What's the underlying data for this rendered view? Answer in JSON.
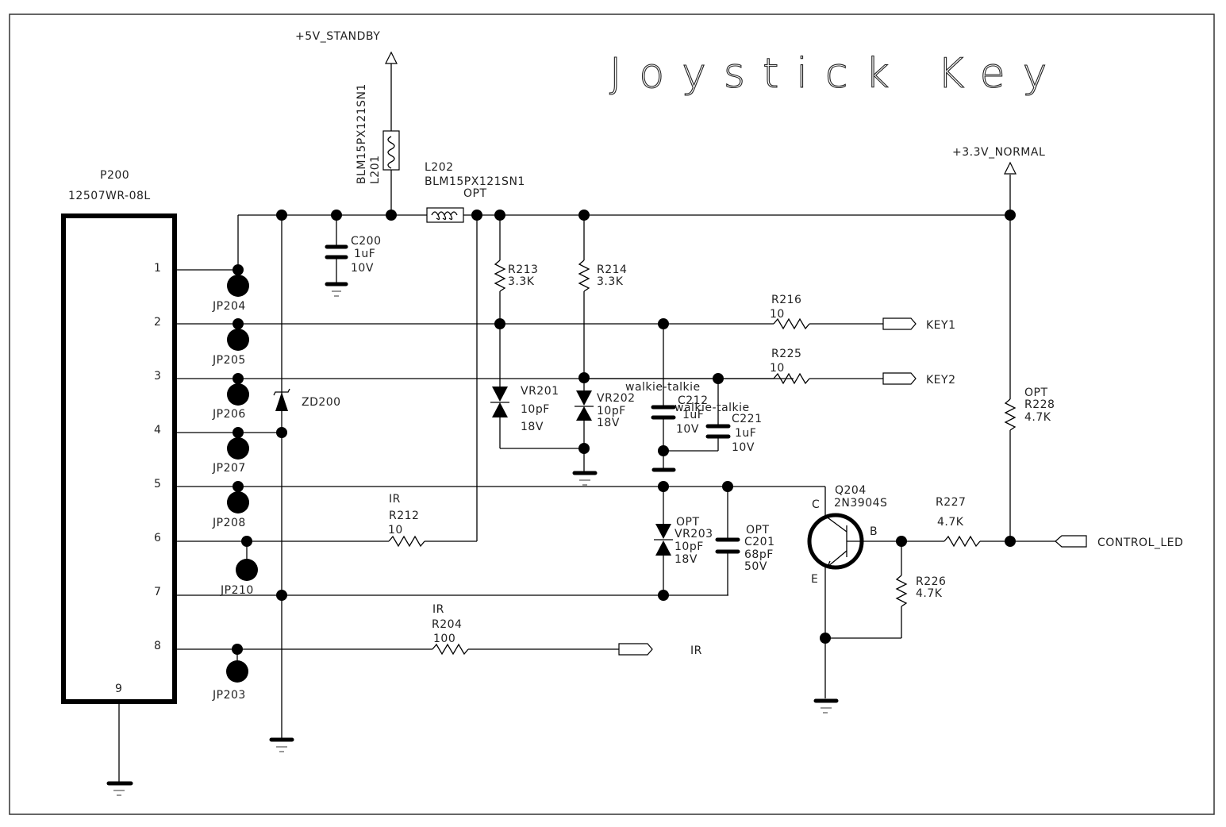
{
  "title": "Joystick Key",
  "power_rails": {
    "standby": "+5V_STANDBY",
    "normal": "+3.3V_NORMAL"
  },
  "connector": {
    "ref": "P200",
    "part": "12507WR-08L",
    "pins": [
      "1",
      "2",
      "3",
      "4",
      "5",
      "6",
      "7",
      "8"
    ],
    "ground_pin": "9"
  },
  "jumpers": [
    "JP204",
    "JP205",
    "JP206",
    "JP207",
    "JP208",
    "JP210",
    "JP203"
  ],
  "components": {
    "L201": {
      "ref": "L201",
      "value": "BLM15PX121SN1"
    },
    "L202": {
      "ref": "L202",
      "value": "BLM15PX121SN1",
      "opt": "OPT"
    },
    "C200": {
      "ref": "C200",
      "value": "1uF",
      "rating": "10V"
    },
    "ZD200": {
      "ref": "ZD200"
    },
    "R213": {
      "ref": "R213",
      "value": "3.3K"
    },
    "R214": {
      "ref": "R214",
      "value": "3.3K"
    },
    "R216": {
      "ref": "R216",
      "value": "10"
    },
    "R225": {
      "ref": "R225",
      "value": "10"
    },
    "VR201": {
      "ref": "VR201",
      "value": "10pF",
      "rating": "18V"
    },
    "VR202": {
      "ref": "VR202",
      "value": "10pF",
      "rating": "18V"
    },
    "C212": {
      "ref": "C212",
      "value": "1uF",
      "rating": "10V",
      "note": "walkie-talkie"
    },
    "C221": {
      "ref": "C221",
      "value": "1uF",
      "rating": "10V",
      "note": "walkie-talkie"
    },
    "VR203": {
      "ref": "VR203",
      "value": "10pF",
      "rating": "18V",
      "opt": "OPT"
    },
    "C201": {
      "ref": "C201",
      "value": "68pF",
      "rating": "50V",
      "opt": "OPT"
    },
    "R212": {
      "ref": "R212",
      "value": "10",
      "note": "IR"
    },
    "R204": {
      "ref": "R204",
      "value": "100",
      "note": "IR"
    },
    "Q204": {
      "ref": "Q204",
      "part": "2N3904S",
      "pin_c": "C",
      "pin_b": "B",
      "pin_e": "E"
    },
    "R227": {
      "ref": "R227",
      "value": "4.7K"
    },
    "R226": {
      "ref": "R226",
      "value": "4.7K"
    },
    "R228": {
      "ref": "R228",
      "value": "4.7K",
      "opt": "OPT"
    }
  },
  "ports": {
    "key1": "KEY1",
    "key2": "KEY2",
    "ir": "IR",
    "control_led": "CONTROL_LED"
  }
}
